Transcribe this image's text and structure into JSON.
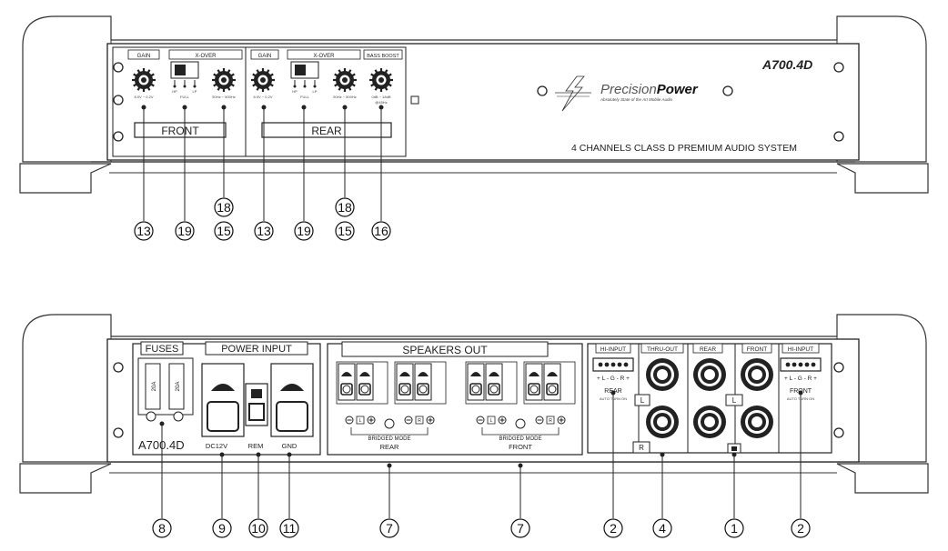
{
  "front_panel": {
    "model": "A700.4D",
    "brand": "PrecisionPower",
    "brand_light": "Precision",
    "brand_bold": "Power",
    "tagline": "Absolutely State of the Art Mobile Audio",
    "system_text": "4 CHANNELS CLASS D PREMIUM AUDIO SYSTEM",
    "sections": [
      {
        "name": "FRONT",
        "gain_label": "GAIN",
        "xover_label": "X-OVER",
        "gain_range": "8.0V ~ 0.2V",
        "switch_labels": [
          "HP",
          "FULL",
          "LP"
        ],
        "freq_range": "50Hz ~ 500Hz"
      },
      {
        "name": "REAR",
        "gain_label": "GAIN",
        "xover_label": "X-OVER",
        "gain_range": "8.0V ~ 0.2V",
        "switch_labels": [
          "HP",
          "FULL",
          "LP"
        ],
        "freq_range": "50Hz ~ 500Hz"
      }
    ],
    "bass_boost": {
      "label": "BASS BOOST",
      "range": "0dB ~ 18dB",
      "freq": "@45Hz"
    }
  },
  "rear_panel": {
    "fuses_label": "FUSES",
    "fuse_ratings": [
      "20A",
      "20A"
    ],
    "model": "A700.4D",
    "power_input_label": "POWER INPUT",
    "power_terminals": [
      "DC12V",
      "REM",
      "GND"
    ],
    "speakers_label": "SPEAKERS OUT",
    "bridge_groups": [
      {
        "mode": "BRIDGED MODE",
        "channel": "REAR",
        "minus": "L",
        "plus": "R"
      },
      {
        "mode": "BRIDGED MODE",
        "channel": "FRONT",
        "minus": "L",
        "plus": "R"
      }
    ],
    "hi_input_label": "HI-INPUT",
    "hi_input_pins": "+ L - G - R +",
    "thru_out_label": "THRU-OUT",
    "rear_label": "REAR",
    "front_label": "FRONT",
    "auto_turn_on": "AUTO TURN ON",
    "jack_l": "L",
    "jack_r": "R"
  },
  "callouts_top": [
    "13",
    "19",
    "18",
    "15",
    "13",
    "19",
    "18",
    "15",
    "16"
  ],
  "callouts_bottom": [
    "8",
    "9",
    "10",
    "11",
    "7",
    "7",
    "2",
    "4",
    "1",
    "2"
  ]
}
